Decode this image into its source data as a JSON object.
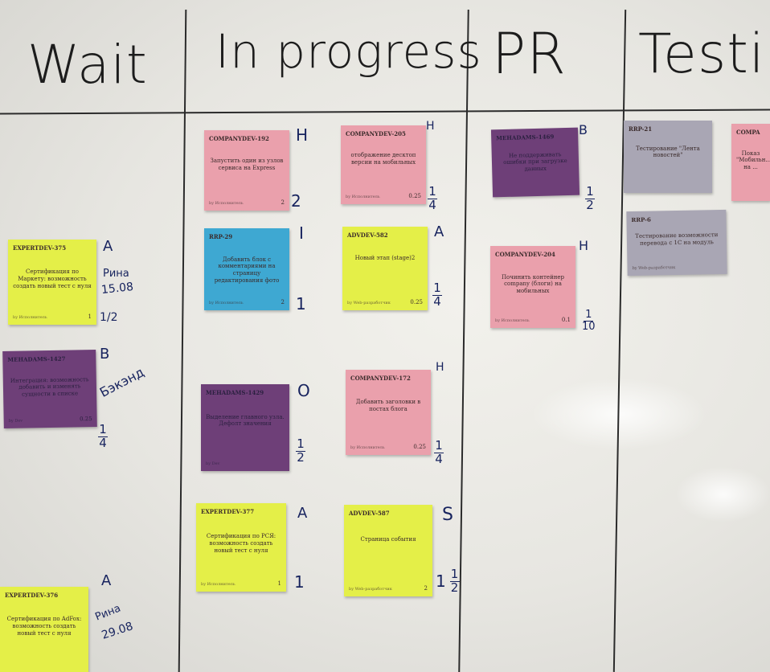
{
  "board": {
    "columns": [
      {
        "key": "wait",
        "label": "Wait"
      },
      {
        "key": "in_progress",
        "label": "In progress"
      },
      {
        "key": "pr",
        "label": "PR"
      },
      {
        "key": "testing",
        "label": "Testing"
      }
    ]
  },
  "colors": {
    "pink": "#eaa0ac",
    "yellow": "#e4ef48",
    "blue": "#3ea8d2",
    "purple": "#6e3f78",
    "grey": "#a9a6b4"
  },
  "stickies": {
    "wait_1": {
      "key": "EXPERTDEV-375",
      "title": "Сертификация по Маркету: возможность создать новый тест с нуля",
      "foot": "by Исполнитель",
      "est": "1"
    },
    "wait_2": {
      "key": "MEHADAMS-1427",
      "title": "Интеграция: возможность добавить и изменять сущности в списке",
      "foot": "by Dev",
      "est": "0.25"
    },
    "wait_3": {
      "key": "EXPERTDEV-376",
      "title": "Сертификация по AdFox: возможность создать новый тест с нуля",
      "foot": "",
      "est": ""
    },
    "ip_1": {
      "key": "COMPANYDEV-192",
      "title": "Запустить один из узлов сервиса на Express",
      "foot": "by Исполнитель",
      "est": "2"
    },
    "ip_2": {
      "key": "COMPANYDEV-205",
      "title": "отображение десктоп версии на мобильных",
      "foot": "by Исполнитель",
      "est": "0.25"
    },
    "ip_3": {
      "key": "RRP-29",
      "title": "Добавить блок с комментариями на страницу редактирования фото",
      "foot": "by Исполнитель",
      "est": "2"
    },
    "ip_4": {
      "key": "ADVDEV-582",
      "title": "Новый этап (stage)2",
      "foot": "by Web-разработчик",
      "est": "0.25"
    },
    "ip_5": {
      "key": "MEHADAMS-1429",
      "title": "Выделение главного узла. Дефолт значения",
      "foot": "by Dev",
      "est": ""
    },
    "ip_6": {
      "key": "COMPANYDEV-172",
      "title": "Добавить заголовки в постах блога",
      "foot": "by Исполнитель",
      "est": "0.25"
    },
    "ip_7": {
      "key": "EXPERTDEV-377",
      "title": "Сертификация по РСЯ: возможность создать новый тест с нуля",
      "foot": "by Исполнитель",
      "est": "1"
    },
    "ip_8": {
      "key": "ADVDEV-587",
      "title": "Страница события",
      "foot": "by Web-разработчик",
      "est": "2"
    },
    "pr_1": {
      "key": "MEHADAMS-1469",
      "title": "Не поддерживать ошибки при загрузке данных",
      "foot": "",
      "est": ""
    },
    "pr_2": {
      "key": "COMPANYDEV-204",
      "title": "Починить контейнер company (блоги) на мобильных",
      "foot": "by Исполнитель",
      "est": "0.1"
    },
    "t_1": {
      "key": "RRP-21",
      "title": "Тестирование \"Лента новостей\"",
      "foot": "",
      "est": ""
    },
    "t_2": {
      "key": "COMPA",
      "title": "Показ \"Мобильн...\" на ...",
      "foot": "",
      "est": ""
    },
    "t_3": {
      "key": "RRP-6",
      "title": "Тестирование возможности перевода с 1С на модуль",
      "foot": "by Web-разработчик",
      "est": ""
    }
  },
  "pen": {
    "wait_1_tag": "A",
    "wait_1_name": "Рина",
    "wait_1_date": "15.08",
    "wait_1_frac": "1/2",
    "wait_2_tag": "B",
    "wait_2_name": "Бэкэнд",
    "wait_2_num": "1",
    "wait_2_den": "4",
    "wait_3_tag": "A",
    "wait_3_name": "Рина",
    "wait_3_date": "29.08",
    "ip_1_tag": "H",
    "ip_1_est": "2",
    "ip_2_tag": "H",
    "ip_2_num": "1",
    "ip_2_den": "4",
    "ip_3_tag": "I",
    "ip_3_est": "1",
    "ip_4_tag": "A",
    "ip_4_num": "1",
    "ip_4_den": "4",
    "ip_5_tag": "O",
    "ip_5_num": "1",
    "ip_5_den": "2",
    "ip_6_tag": "H",
    "ip_6_num": "1",
    "ip_6_den": "4",
    "ip_7_tag": "A",
    "ip_7_est": "1",
    "ip_8_tag": "S",
    "ip_8_whole": "1",
    "ip_8_num": "1",
    "ip_8_den": "2",
    "pr_1_tag": "B",
    "pr_1_num": "1",
    "pr_1_den": "2",
    "pr_2_tag": "H",
    "pr_2_num": "1",
    "pr_2_den": "10"
  }
}
